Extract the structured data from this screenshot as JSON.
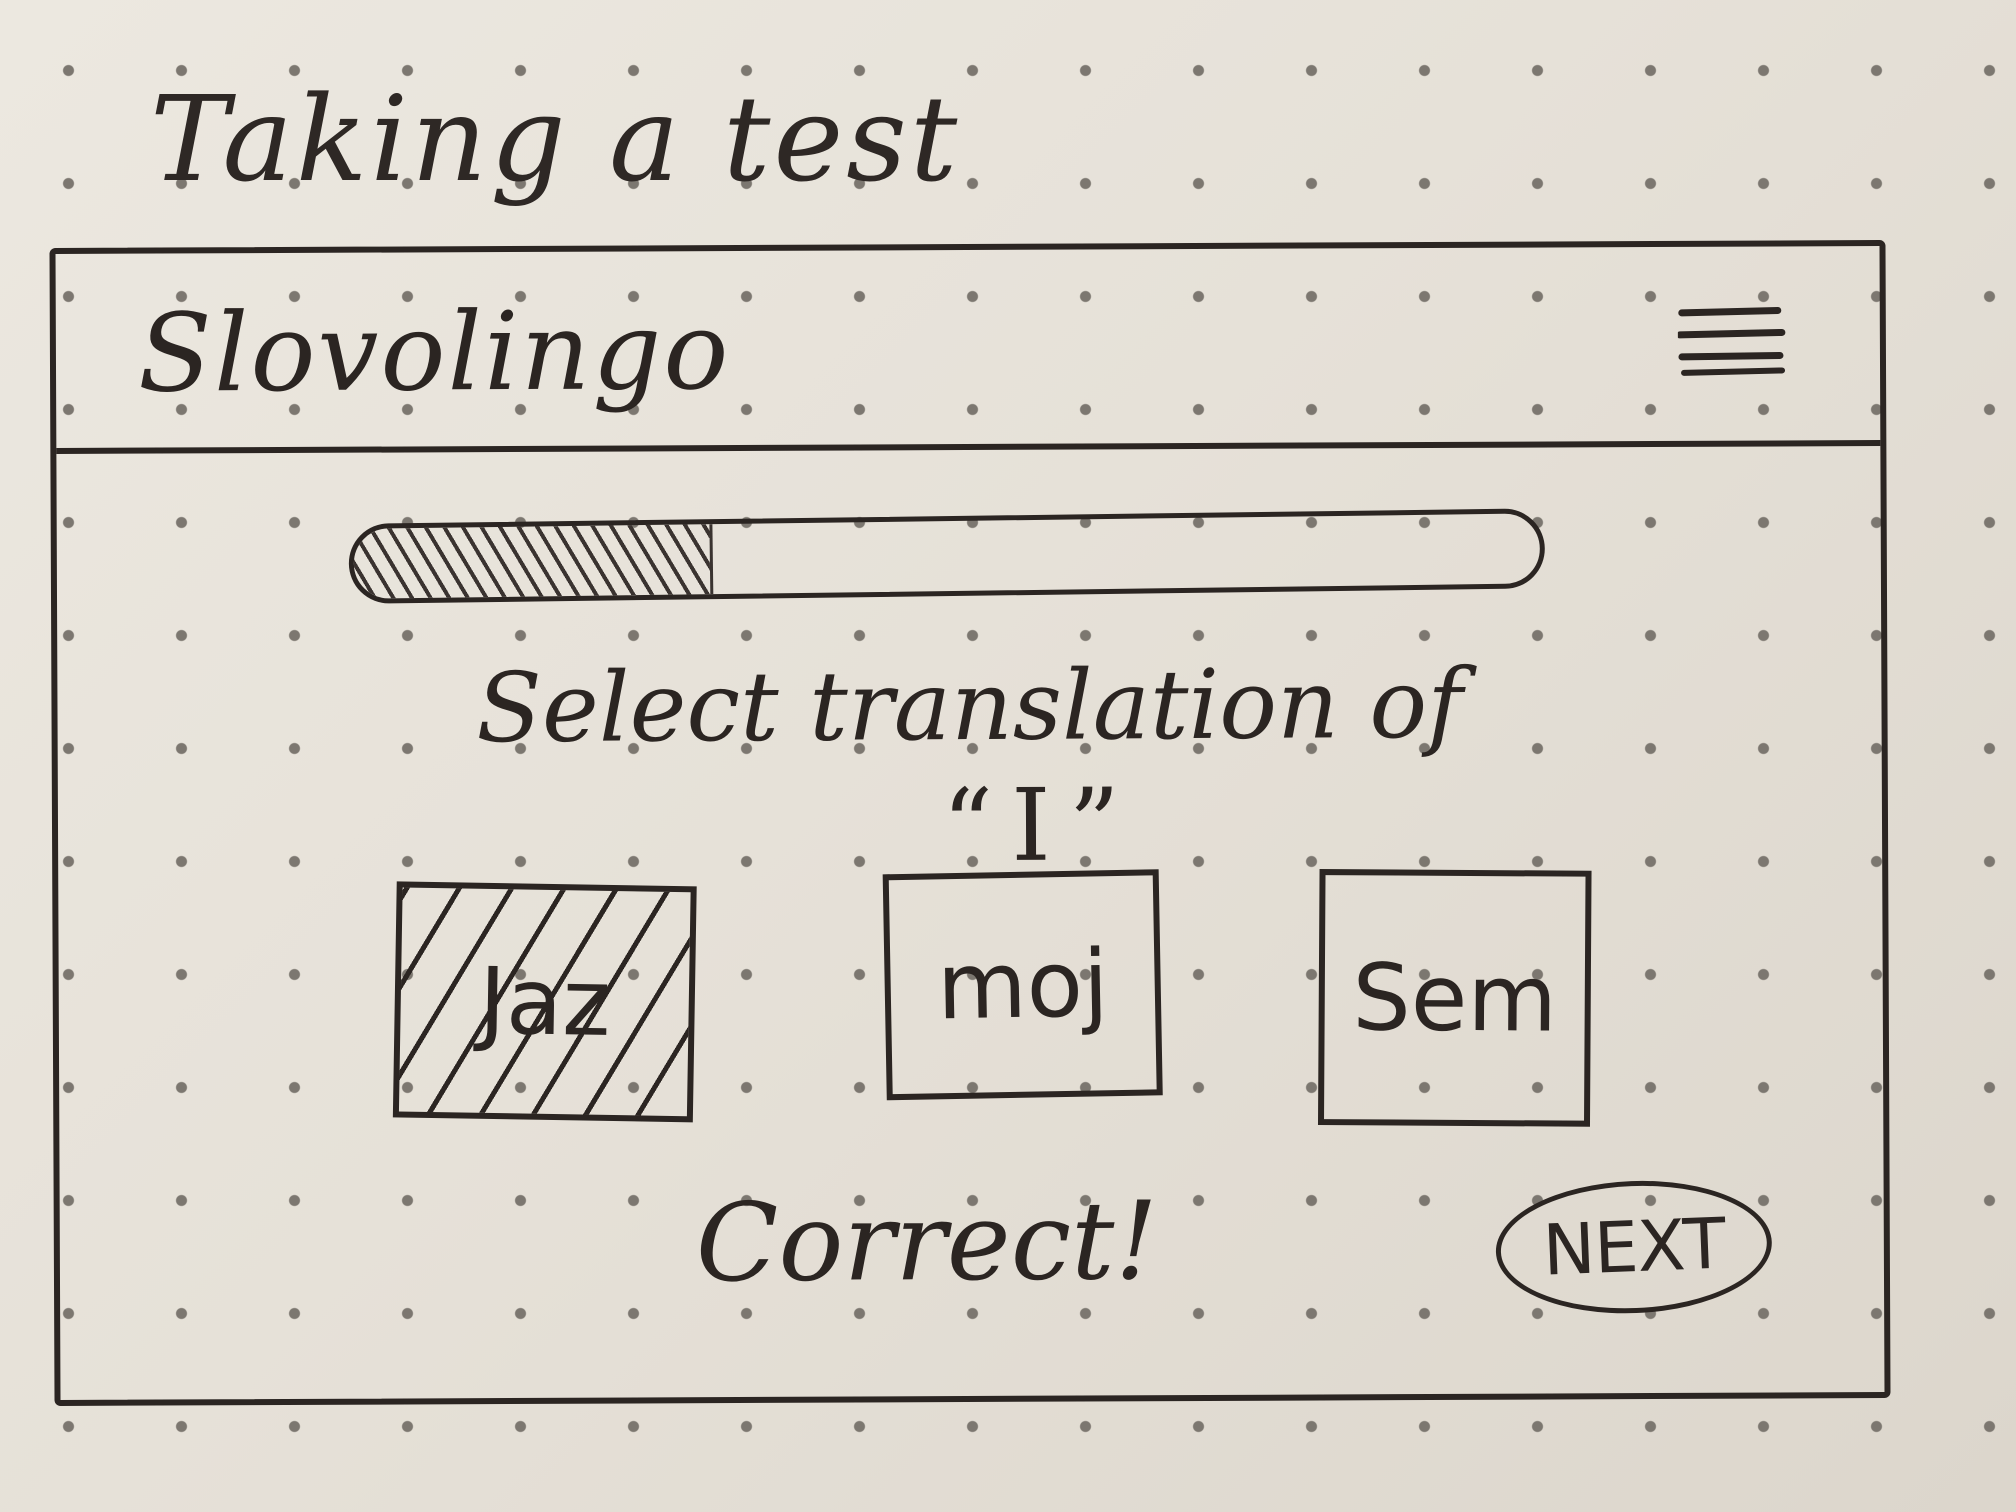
{
  "sheet": {
    "title": "Taking a test"
  },
  "app": {
    "name": "Slovolingo",
    "menu_icon": "hamburger-menu-icon"
  },
  "quiz": {
    "progress": 0.3,
    "prompt": "Select translation of",
    "word": "“I”",
    "options": [
      "Jaz",
      "moj",
      "Sem"
    ],
    "selected_option": "Jaz",
    "feedback": "Correct!",
    "next_label": "NEXT"
  }
}
